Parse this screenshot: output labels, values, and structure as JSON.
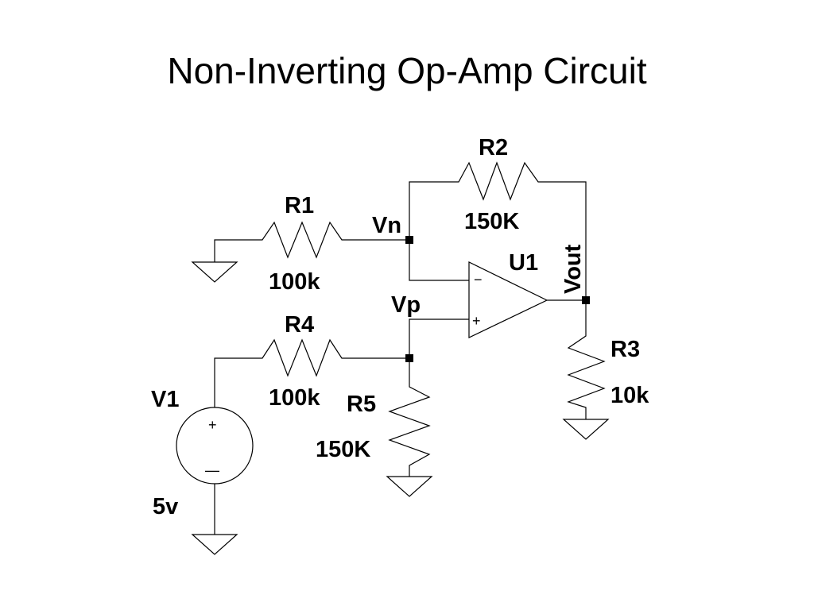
{
  "title": "Non-Inverting Op-Amp Circuit",
  "components": {
    "r1": {
      "name": "R1",
      "value": "100k"
    },
    "r2": {
      "name": "R2",
      "value": "150K"
    },
    "r3": {
      "name": "R3",
      "value": "10k"
    },
    "r4": {
      "name": "R4",
      "value": "100k"
    },
    "r5": {
      "name": "R5",
      "value": "150K"
    },
    "u1": {
      "name": "U1",
      "minus": "−",
      "plus": "+"
    },
    "v1": {
      "name": "V1",
      "value": "5v",
      "plus": "+",
      "minus": "—"
    }
  },
  "nets": {
    "vn": "Vn",
    "vp": "Vp",
    "vout": "Vout"
  }
}
